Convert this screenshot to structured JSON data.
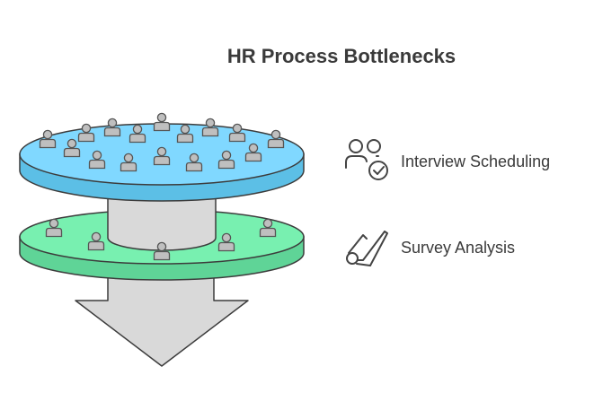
{
  "title": "HR Process Bottlenecks",
  "stages": [
    {
      "label": "Interview Scheduling",
      "icon": "people-check-icon",
      "color": "#80d8ff"
    },
    {
      "label": "Survey Analysis",
      "icon": "rolled-paper-check-icon",
      "color": "#78f0b0"
    }
  ],
  "colors": {
    "funnel_gray": "#d9d9d9",
    "outline": "#3c3c3c",
    "person": "#bfbfbf"
  }
}
